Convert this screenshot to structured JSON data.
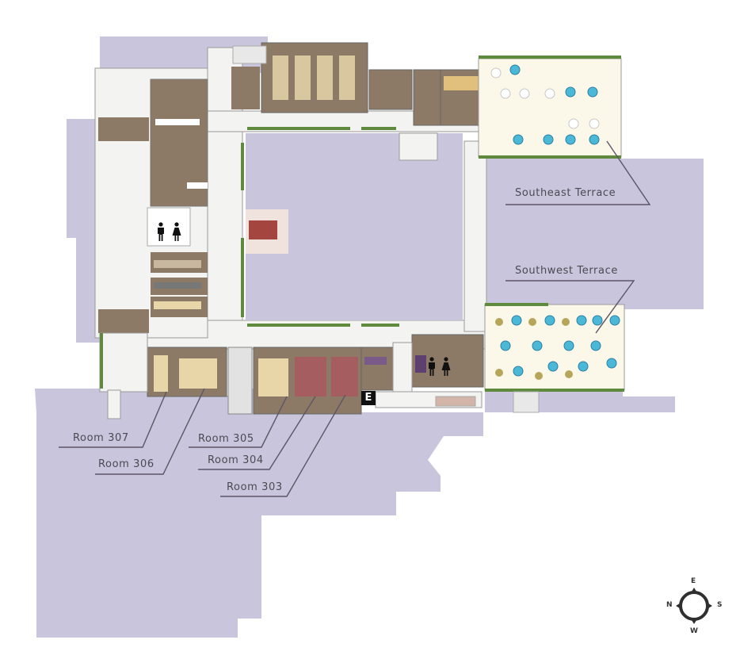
{
  "labels": {
    "southeast_terrace": "Southeast Terrace",
    "southwest_terrace": "Southwest Terrace",
    "room_307": "Room 307",
    "room_306": "Room 306",
    "room_305": "Room 305",
    "room_304": "Room 304",
    "room_303": "Room 303"
  },
  "elevator": "E",
  "compass": {
    "north": "N",
    "east": "E",
    "south": "S",
    "west": "W"
  },
  "colors": {
    "surrounding_area": "#c9c5dc",
    "floor_tile": "#f3f3f1",
    "wood_floor": "#8d7a66",
    "wall": "#9a9a9a",
    "planter": "#5f8a3e",
    "leader_line": "#5d5566",
    "table_blue": "#4bb8d8",
    "terrace_floor": "#fbf8ea"
  },
  "icons": [
    "men-restroom-icon",
    "women-restroom-icon",
    "elevator-icon",
    "compass-icon"
  ]
}
